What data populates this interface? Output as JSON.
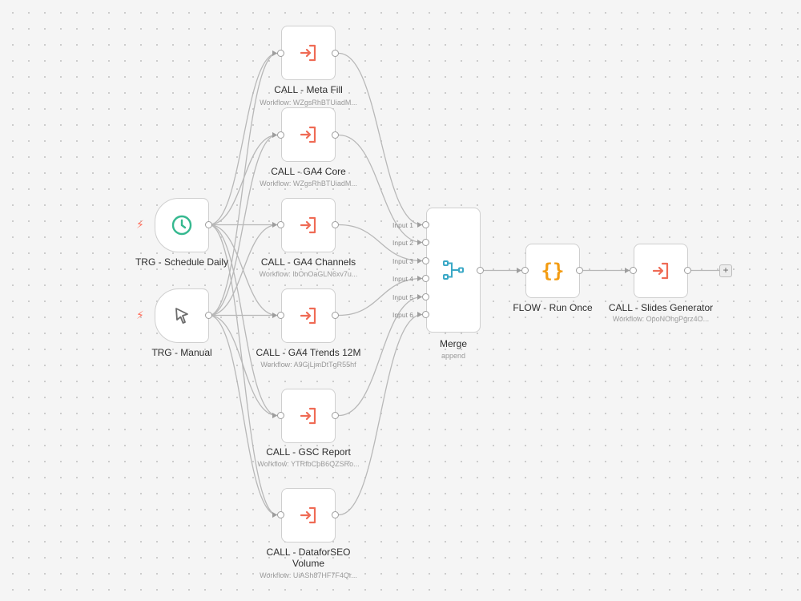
{
  "nodes": {
    "trg_schedule": {
      "title": "TRG - Schedule Daily"
    },
    "trg_manual": {
      "title": "TRG - Manual"
    },
    "call_meta": {
      "title": "CALL - Meta Fill",
      "sub": "Workflow: WZgsRhBTUiadM..."
    },
    "call_ga4core": {
      "title": "CALL - GA4 Core",
      "sub": "Workflow: WZgsRhBTUiadM..."
    },
    "call_ga4ch": {
      "title": "CALL - GA4 Channels",
      "sub": "Workflow: lbOnOaGLN6xv7u..."
    },
    "call_ga4trends": {
      "title": "CALL - GA4 Trends 12M",
      "sub": "Workflow: A9GjLjmDtTgR55hf"
    },
    "call_gsc": {
      "title": "CALL - GSC Report",
      "sub": "Workflow: YTRfbCpB6QZSRo..."
    },
    "call_dataforseo": {
      "title": "CALL - DataforSEO Volume",
      "sub": "Workflow: UiASh87HF7F4Qr..."
    },
    "merge": {
      "title": "Merge",
      "sub": "append"
    },
    "flow_runonce": {
      "title": "FLOW - Run Once",
      "icon_text": "{}"
    },
    "call_slides": {
      "title": "CALL - Slides Generator",
      "sub": "Workflow: OpoNOhgPgrz4O..."
    }
  },
  "merge_inputs": [
    "Input 1",
    "Input 2",
    "Input 3",
    "Input 4",
    "Input 5",
    "Input 6"
  ],
  "add_button": "+",
  "colors": {
    "call_icon": "#ef6b55",
    "clock_icon": "#35b88f",
    "merge_icon": "#3aa8c6",
    "code_icon": "#f39c12",
    "edge": "#b8b8b8"
  }
}
